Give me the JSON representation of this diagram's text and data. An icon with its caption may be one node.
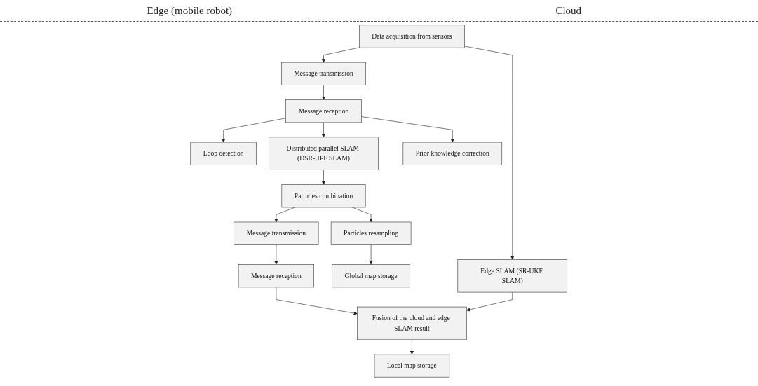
{
  "diagram": {
    "nodes": [
      {
        "text": [
          "Data acquisition from sensors"
        ]
      },
      {
        "text": [
          "Message transmission"
        ]
      },
      {
        "text": [
          "Edge SLAM (SR-UKF SLAM)"
        ]
      },
      {
        "text": [
          "Message reception"
        ]
      },
      {
        "text": [
          "Loop detection"
        ]
      },
      {
        "text": [
          "Distributed parallel SLAM (DSR-UPF SLAM)"
        ]
      },
      {
        "text": [
          "Prior knowledge correction"
        ]
      },
      {
        "text": [
          "Message reception"
        ]
      },
      {
        "text": [
          "Message transmission"
        ]
      },
      {
        "text": [
          "Particles combination"
        ]
      },
      {
        "text": [
          "Fusion of the cloud and edge SLAM result"
        ]
      },
      {
        "text": [
          "Particles resampling"
        ]
      },
      {
        "text": [
          "Local map storage"
        ]
      },
      {
        "text": [
          "Global map storage"
        ]
      }
    ],
    "edges": [
      {
        "from": 0,
        "to": 1,
        "arrow": "to"
      },
      {
        "from": 0,
        "to": 2,
        "arrow": "to"
      },
      {
        "from": 1,
        "to": 3,
        "arrow": "to"
      },
      {
        "from": 3,
        "to": 4,
        "arrow": "to"
      },
      {
        "from": 3,
        "to": 5,
        "arrow": "to"
      },
      {
        "from": 3,
        "to": 6,
        "arrow": "to"
      },
      {
        "from": 5,
        "to": 9,
        "arrow": "to"
      },
      {
        "from": 9,
        "to": 8,
        "arrow": "to"
      },
      {
        "from": 8,
        "to": 7,
        "arrow": "to"
      },
      {
        "from": 2,
        "to": 10,
        "arrow": "to"
      },
      {
        "from": 7,
        "to": 10,
        "arrow": "to"
      },
      {
        "from": 10,
        "to": 12,
        "arrow": "to"
      },
      {
        "from": 9,
        "to": 11,
        "arrow": "to"
      },
      {
        "from": 11,
        "to": 13,
        "arrow": "to"
      }
    ],
    "labels": [
      "Edge (mobile robot)",
      "Cloud"
    ]
  }
}
